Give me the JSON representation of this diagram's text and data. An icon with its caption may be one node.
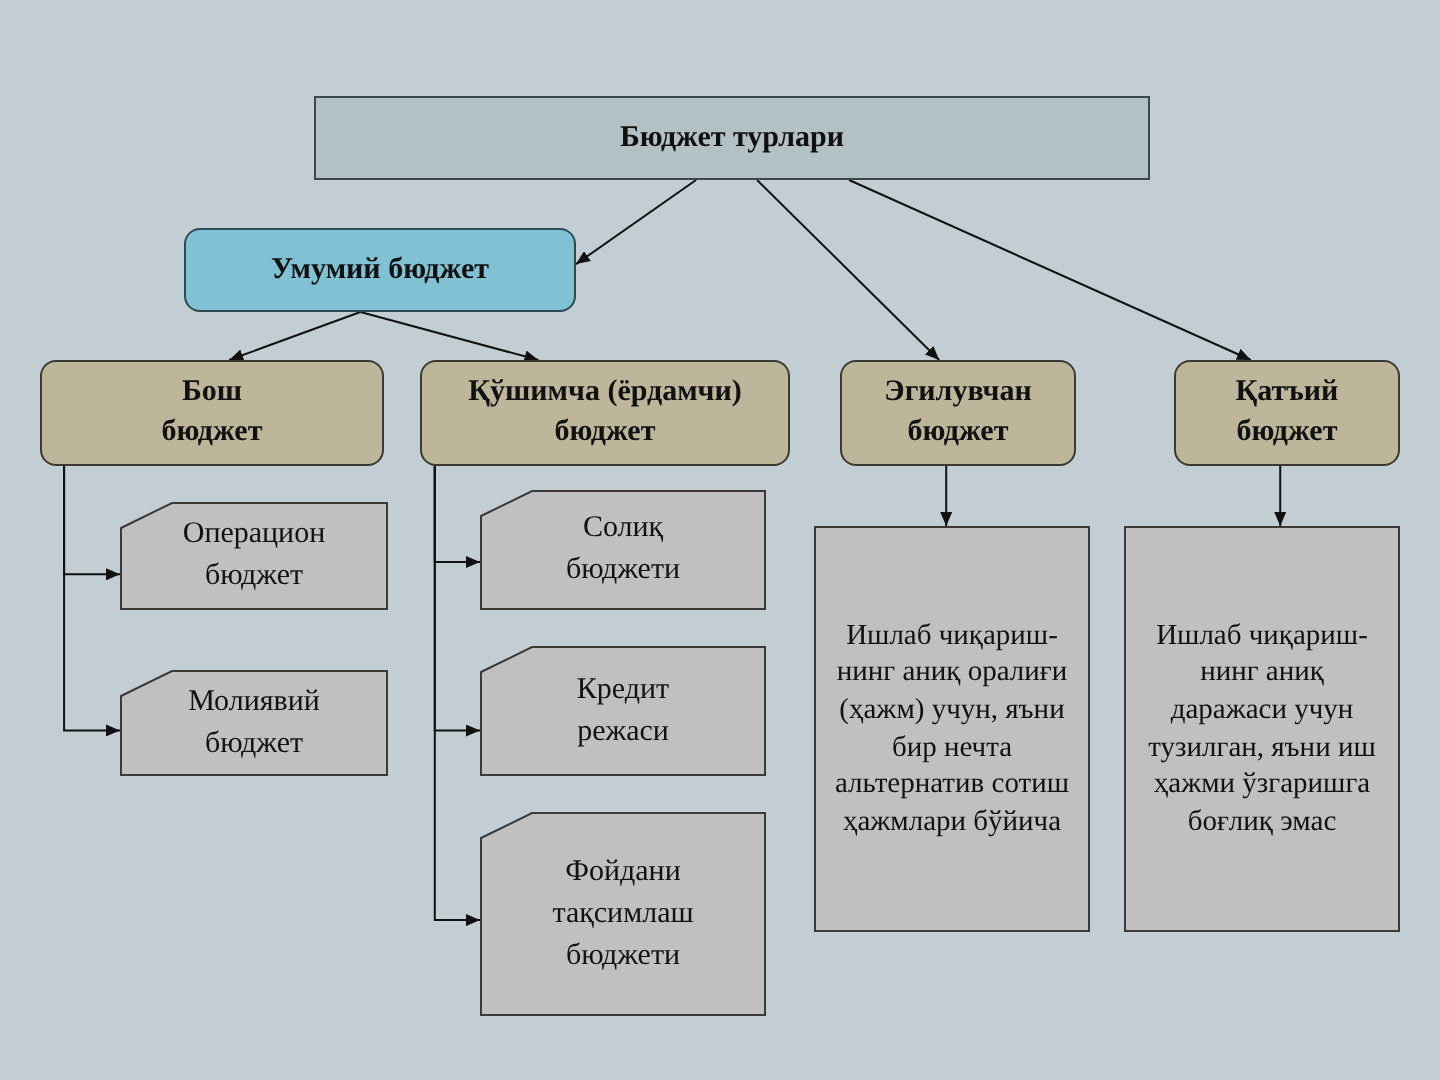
{
  "diagram": {
    "nodes": [
      {
        "text": [
          "Бюджет турлари"
        ]
      },
      {
        "text": [
          "Умумий бюджет"
        ]
      },
      {
        "text": [
          "Бош бюджет"
        ]
      },
      {
        "text": [
          "Қўшимча (ёрдамчи) бюджет"
        ]
      },
      {
        "text": [
          "Эгилувчан бюджет"
        ]
      },
      {
        "text": [
          "Қатъий бюджет"
        ]
      },
      {
        "text": [
          "Операцион бюджет"
        ]
      },
      {
        "text": [
          "Молиявий бюджет"
        ]
      },
      {
        "text": [
          "Солиқ бюджети"
        ]
      },
      {
        "text": [
          "Кредит режаси"
        ]
      },
      {
        "text": [
          "Фойдани тақсимлаш бюджети"
        ]
      },
      {
        "text": [
          "Ишлаб чиқариш-нинг аниқ оралиғи (ҳажм) учун, яъни бир нечта альтернатив сотиш ҳажмлари бўйича"
        ]
      },
      {
        "text": [
          "Ишлаб чиқариш-нинг аниқ даражаси учун тузилган, яъни иш ҳажми ўзгаришга боғлиқ эмас"
        ]
      }
    ],
    "edges": [
      {
        "from": 0,
        "to": 1,
        "arrow": "to"
      },
      {
        "from": 1,
        "to": 2,
        "arrow": "to"
      },
      {
        "from": 1,
        "to": 3,
        "arrow": "to"
      },
      {
        "from": 0,
        "to": 4,
        "arrow": "to"
      },
      {
        "from": 0,
        "to": 5,
        "arrow": "to"
      },
      {
        "from": 2,
        "to": 6,
        "arrow": "to"
      },
      {
        "from": 2,
        "to": 7,
        "arrow": "to"
      },
      {
        "from": 3,
        "to": 8,
        "arrow": "to"
      },
      {
        "from": 3,
        "to": 9,
        "arrow": "to"
      },
      {
        "from": 3,
        "to": 10,
        "arrow": "to"
      },
      {
        "from": 4,
        "to": 11,
        "arrow": "to"
      },
      {
        "from": 5,
        "to": 12,
        "arrow": "to"
      }
    ]
  }
}
